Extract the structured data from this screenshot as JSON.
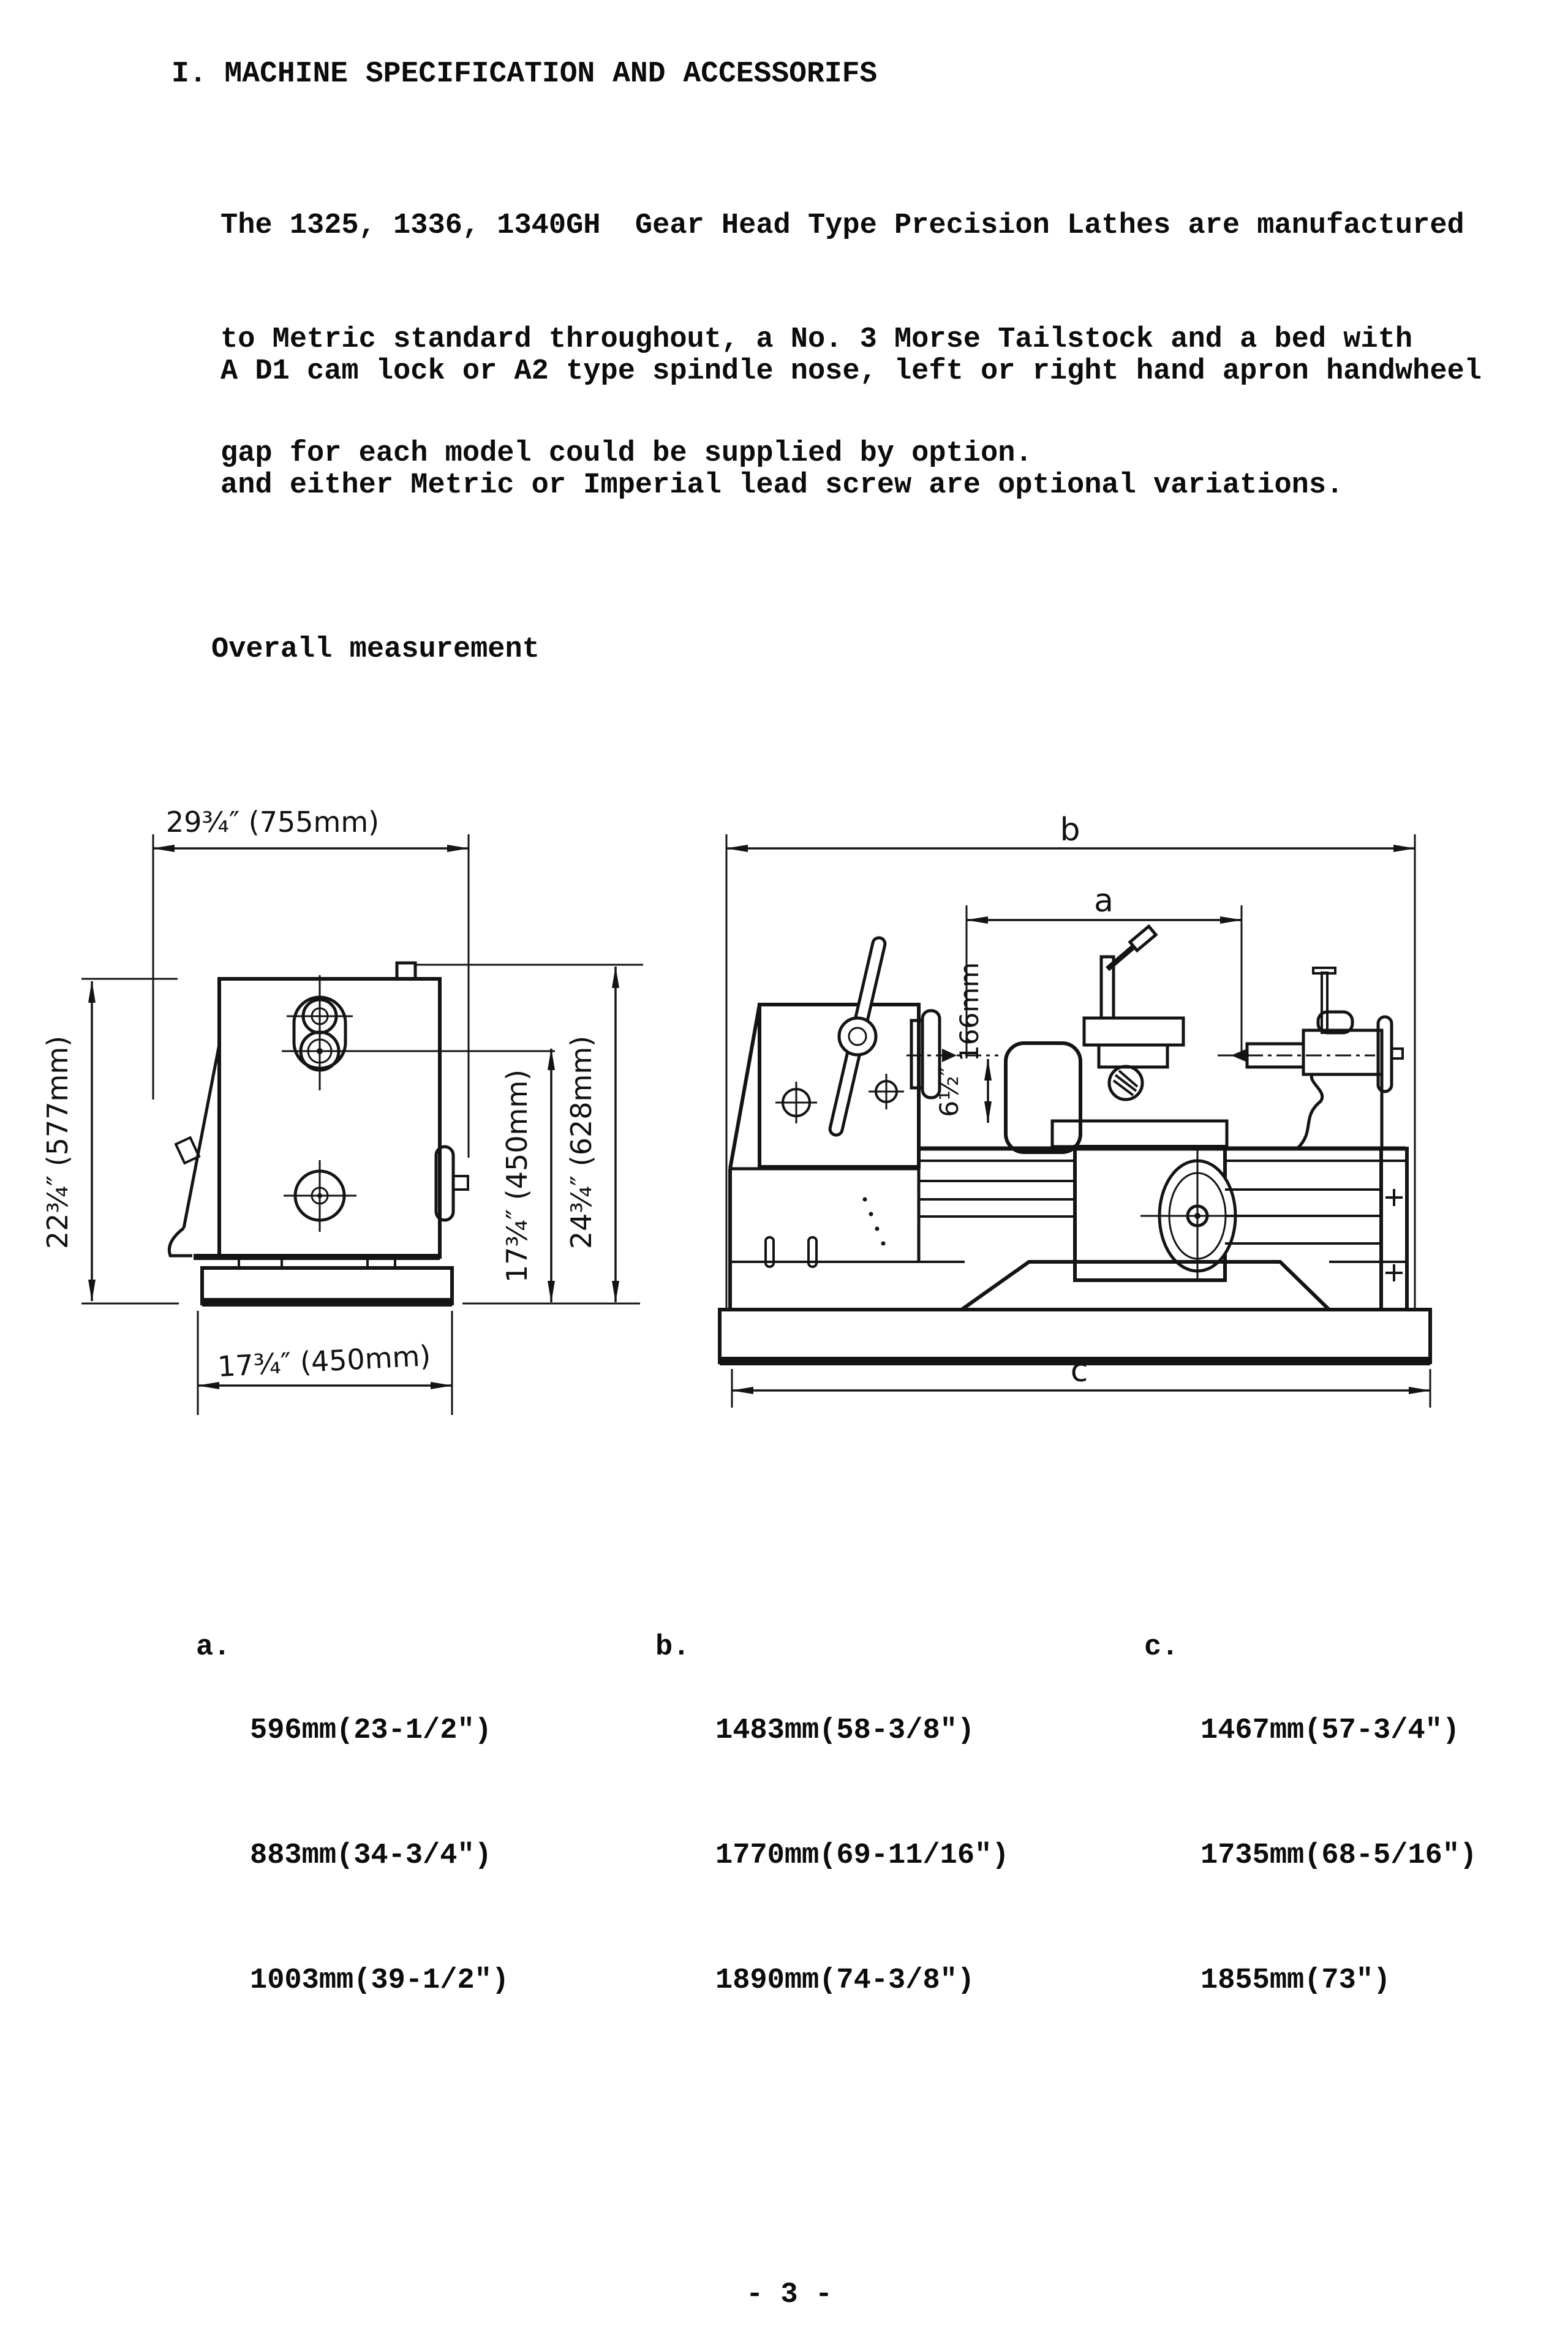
{
  "page": {
    "title": "I. MACHINE SPECIFICATION AND ACCESSORIFS",
    "overall_label": "Overall measurement",
    "page_number": "- 3 -"
  },
  "paragraphs": {
    "p1": [
      "The 1325, 1336, 1340GH  Gear Head Type Precision Lathes are manufactured",
      "to Metric standard throughout, a No. 3 Morse Tailstock and a bed with",
      "gap for each model could be supplied by option."
    ],
    "p2": [
      "A D1 cam lock or A2 type spindle nose, left or right hand apron handwheel",
      "and either Metric or Imperial lead screw are optional variations."
    ]
  },
  "drawings": {
    "end_view": {
      "width_top": "29¾″ (755mm)",
      "height_left": "22¾″ (577mm)",
      "height_inner": "17¾″ (450mm)",
      "height_outer": "24¾″ (628mm)",
      "width_base": "17¾″ (450mm)"
    },
    "side_view": {
      "label_a": "a",
      "label_b": "b",
      "label_c": "c",
      "center_height_mm": "166mm",
      "center_height_in": "6½″"
    }
  },
  "legend": {
    "a": {
      "key": "a.",
      "values": [
        "596mm(23-1/2\")",
        "883mm(34-3/4\")",
        "1003mm(39-1/2\")"
      ]
    },
    "b": {
      "key": "b.",
      "values": [
        "1483mm(58-3/8\")",
        "1770mm(69-11/16\")",
        "1890mm(74-3/8\")"
      ]
    },
    "c": {
      "key": "c.",
      "values": [
        "1467mm(57-3/4\")",
        "1735mm(68-5/16\")",
        "1855mm(73\")"
      ]
    }
  }
}
